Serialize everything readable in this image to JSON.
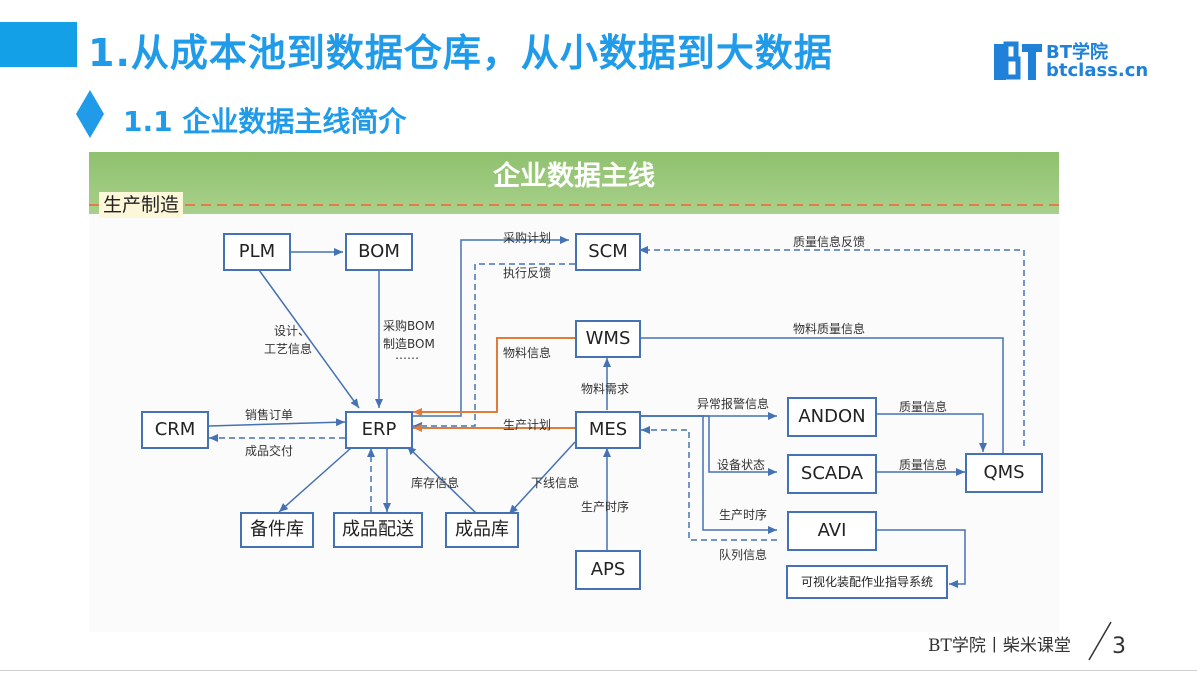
{
  "slide": {
    "title": "1.从成本池到数据仓库，从小数据到大数据",
    "subtitle": "1.1 企业数据主线简介",
    "logo_line1": "BT学院",
    "logo_line2": "btclass.cn",
    "footer_text": "BT学院丨柴米课堂",
    "page_number": "3",
    "accent_color": "#14a0e6"
  },
  "diagram": {
    "banner": "企业数据主线",
    "section": "生产制造",
    "nodes": {
      "plm": "PLM",
      "bom": "BOM",
      "scm": "SCM",
      "wms": "WMS",
      "crm": "CRM",
      "erp": "ERP",
      "mes": "MES",
      "andon": "ANDON",
      "scada": "SCADA",
      "qms": "QMS",
      "avi": "AVI",
      "spare": "备件库",
      "dist": "成品配送",
      "fgw": "成品库",
      "aps": "APS",
      "visual": "可视化装配作业指导系统"
    },
    "labels": {
      "purchase_plan": "采购计划",
      "exec_feedback": "执行反馈",
      "quality_feedback": "质量信息反馈",
      "design1": "设计、",
      "design2": "工艺信息",
      "bom1": "采购BOM",
      "bom2": "制造BOM",
      "bom3": "……",
      "material_info": "物料信息",
      "material_quality": "物料质量信息",
      "material_demand": "物料需求",
      "sales_order": "销售订单",
      "fg_delivery": "成品交付",
      "prod_plan": "生产计划",
      "abnormal_alarm": "异常报警信息",
      "quality1": "质量信息",
      "device_state": "设备状态",
      "quality2": "质量信息",
      "prod_timing1": "生产时序",
      "queue_info": "队列信息",
      "inventory_info": "库存信息",
      "offline_info": "下线信息",
      "prod_timing2": "生产时序"
    }
  }
}
